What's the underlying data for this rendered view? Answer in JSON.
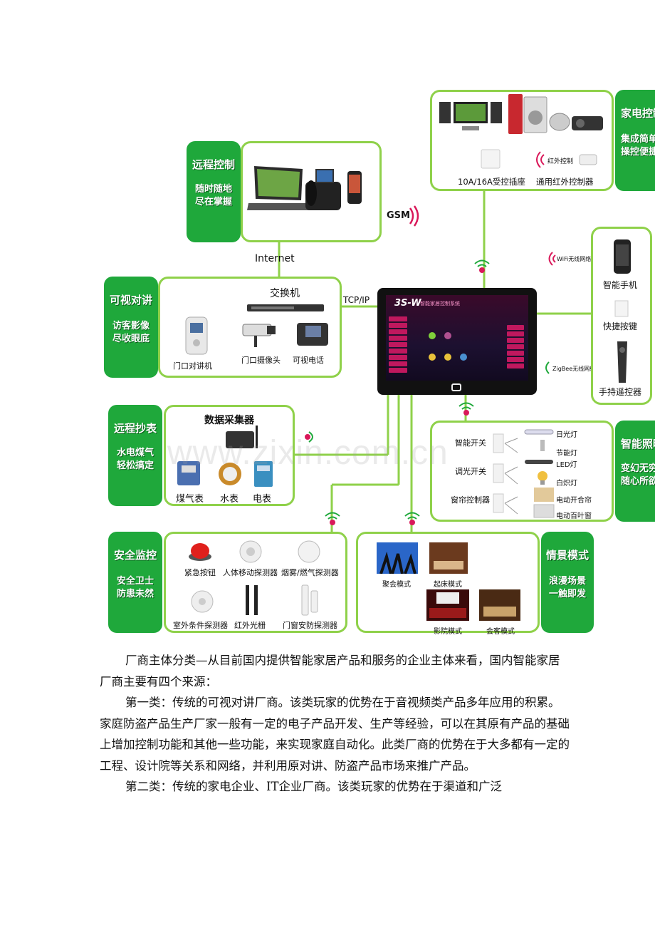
{
  "diagram": {
    "remote_control": {
      "title": "远程控制",
      "slogan_1": "随时随地",
      "slogan_2": "尽在掌握"
    },
    "internet_label": "Internet",
    "gsm_label": "GSM",
    "tcpip_label": "TCP/IP",
    "switch_label": "交换机",
    "video_intercom": {
      "title": "可视对讲",
      "slogan_1": "访客影像",
      "slogan_2": "尽收眼底",
      "devices": [
        "门口对讲机",
        "门口摄像头",
        "可视电话"
      ]
    },
    "appliance_control": {
      "title": "家电控制",
      "slogan_1": "集成简单",
      "slogan_2": "操控便捷",
      "devices": [
        "10A/16A受控插座",
        "红外控制",
        "通用红外控制器"
      ]
    },
    "wifi_label": "WiFi无线网络",
    "zigbee_label": "ZigBee无线网络",
    "mobile_devices": [
      "智能手机",
      "快捷按键",
      "手持遥控器"
    ],
    "panel": {
      "brand": "3S-W",
      "sub": "智能家居控制系统"
    },
    "meter_reading": {
      "title": "远程抄表",
      "slogan_1": "水电煤气",
      "slogan_2": "轻松搞定",
      "collector": "数据采集器",
      "devices": [
        "煤气表",
        "水表",
        "电表"
      ]
    },
    "smart_lighting": {
      "title": "智能照明",
      "slogan_1": "变幻无穷",
      "slogan_2": "随心所欲",
      "switches": [
        "智能开关",
        "调光开关",
        "窗帘控制器"
      ],
      "loads": [
        "日光灯",
        "节能灯",
        "LED灯",
        "白炽灯",
        "电动开合帘",
        "电动百叶窗"
      ]
    },
    "security": {
      "title": "安全监控",
      "slogan_1": "安全卫士",
      "slogan_2": "防患未然",
      "devices": [
        "紧急按钮",
        "人体移动探测器",
        "烟雾/燃气探测器",
        "室外条件探测器",
        "红外光栅",
        "门窗安防探测器"
      ]
    },
    "scene_mode": {
      "title": "情景模式",
      "slogan_1": "浪漫场景",
      "slogan_2": "一触即发",
      "modes": [
        "聚会模式",
        "起床模式",
        "影院模式",
        "会客模式"
      ]
    },
    "watermark": "www.zixin.com.cn"
  },
  "text": {
    "p1": "厂商主体分类—从目前国内提供智能家居产品和服务的企业主体来看，国内智能家居厂商主要有四个来源：",
    "p2": "第一类：传统的可视对讲厂商。该类玩家的优势在于音视频类产品多年应用的积累。家庭防盗产品生产厂家一般有一定的电子产品开发、生产等经验，可以在其原有产品的基础上增加控制功能和其他一些功能，来实现家庭自动化。此类厂商的优势在于大多都有一定的工程、设计院等关系和网络，并利用原对讲、防盗产品市场来推广产品。",
    "p3": "第二类：传统的家电企业、IT企业厂商。该类玩家的优势在于渠道和广泛"
  },
  "colors": {
    "frame_green": "#8fd14a",
    "tag_green": "#1fa83b",
    "wifi_red": "#d9195a"
  }
}
